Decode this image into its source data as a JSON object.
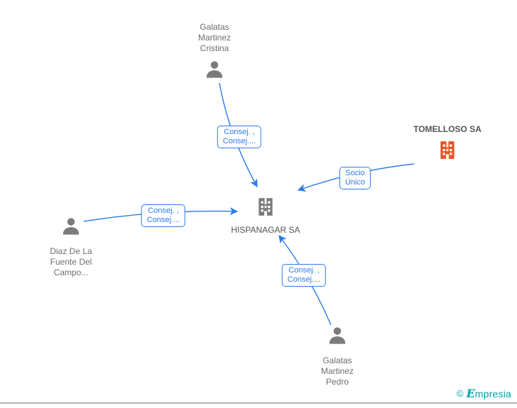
{
  "nodes": {
    "cristina": {
      "type": "person",
      "lines": [
        "Galatas",
        "Martinez",
        "Cristina"
      ]
    },
    "tomelloso": {
      "type": "company",
      "lines": [
        "TOMELLOSO SA"
      ]
    },
    "hispanagar": {
      "type": "company",
      "lines": [
        "HISPANAGAR SA"
      ]
    },
    "diaz": {
      "type": "person",
      "lines": [
        "Diaz De La",
        "Fuente Del",
        "Campo..."
      ]
    },
    "pedro": {
      "type": "person",
      "lines": [
        "Galatas",
        "Martinez",
        "Pedro"
      ]
    }
  },
  "edges": {
    "cristina_hispanagar": {
      "lines": [
        "Consej. ,",
        "Consej...."
      ]
    },
    "tomelloso_hispanagar": {
      "lines": [
        "Socio",
        "Único"
      ]
    },
    "diaz_hispanagar": {
      "lines": [
        "Consej. ,",
        "Consej...."
      ]
    },
    "pedro_hispanagar": {
      "lines": [
        "Consej. ,",
        "Consej...."
      ]
    }
  },
  "footer": {
    "copyright": "©",
    "brand_initial": "E",
    "brand_rest": "mpresia"
  },
  "colors": {
    "edge": "#2b7ce9",
    "person_icon": "#7b7b7b",
    "company_icon": "#7b7b7b",
    "company_icon_highlight": "#ee5022",
    "node_label": "#6e6e6e",
    "company_label": "#545454",
    "brand": "#00a0aa",
    "divider": "#b3b3b3"
  }
}
